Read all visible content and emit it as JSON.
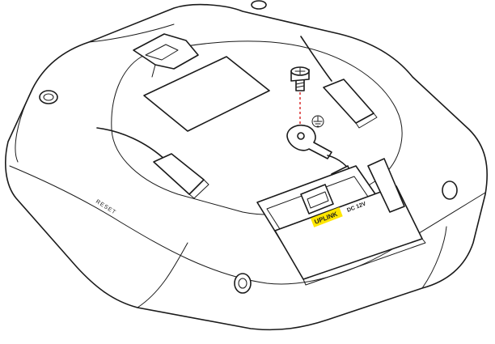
{
  "labels": {
    "reset": "RESET",
    "uplink": "UPLINK",
    "dc_power": "DC 12V"
  },
  "colors": {
    "line": "#1a1a1a",
    "background": "#ffffff",
    "uplink_highlight": "#ffe600",
    "screw_guide": "#d62020"
  },
  "icons": {
    "ground_mark": "ground-symbol-icon",
    "mounting_screw": "screw-icon"
  }
}
